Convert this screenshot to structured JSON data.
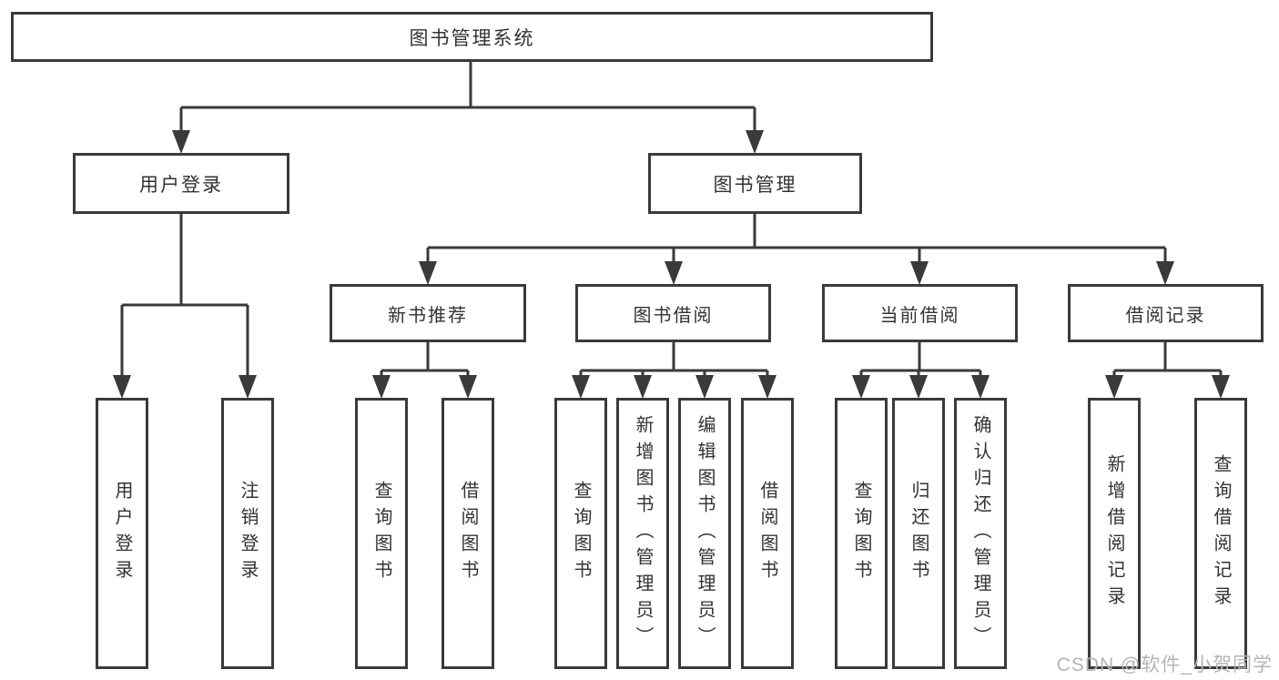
{
  "diagram": {
    "tree": {
      "label": "图书管理系统",
      "children": [
        {
          "label": "用户登录",
          "children": [
            {
              "label": "用户登录"
            },
            {
              "label": "注销登录"
            }
          ]
        },
        {
          "label": "图书管理",
          "children": [
            {
              "label": "新书推荐",
              "children": [
                {
                  "label": "查询图书"
                },
                {
                  "label": "借阅图书"
                }
              ]
            },
            {
              "label": "图书借阅",
              "children": [
                {
                  "label": "查询图书"
                },
                {
                  "label": "新增图书（管理员）"
                },
                {
                  "label": "编辑图书（管理员）"
                },
                {
                  "label": "借阅图书"
                }
              ]
            },
            {
              "label": "当前借阅",
              "children": [
                {
                  "label": "查询图书"
                },
                {
                  "label": "归还图书"
                },
                {
                  "label": "确认归还（管理员）"
                }
              ]
            },
            {
              "label": "借阅记录",
              "children": [
                {
                  "label": "新增借阅记录"
                },
                {
                  "label": "查询借阅记录"
                }
              ]
            }
          ]
        }
      ]
    },
    "colors": {
      "line": "#3a3a3a",
      "text": "#333333",
      "box_fill": "#ffffff",
      "background": "#ffffff",
      "watermark": "#b4b4b4"
    }
  },
  "watermark": {
    "text": "CSDN @软件_小贺同学"
  }
}
